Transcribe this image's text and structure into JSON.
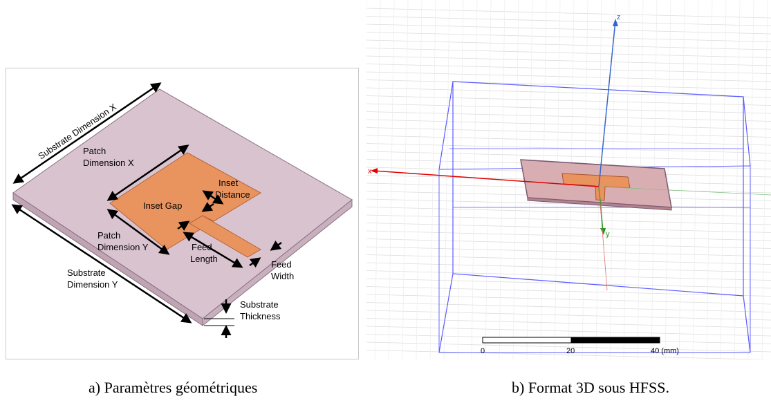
{
  "left_diagram": {
    "labels": {
      "substrate_x": "Substrate Dimension X",
      "patch_x_line1": "Patch",
      "patch_x_line2": "Dimension X",
      "inset_distance_line1": "Inset",
      "inset_distance_line2": "Distance",
      "inset_gap": "Inset Gap",
      "patch_y_line1": "Patch",
      "patch_y_line2": "Dimension Y",
      "feed_length_line1": "Feed",
      "feed_length_line2": "Length",
      "feed_width_line1": "Feed",
      "feed_width_line2": "Width",
      "substrate_y_line1": "Substrate",
      "substrate_y_line2": "Dimension Y",
      "substrate_thickness_line1": "Substrate",
      "substrate_thickness_line2": "Thickness"
    },
    "colors": {
      "substrate": "#d9c3cf",
      "patch": "#e9935f"
    }
  },
  "right_diagram": {
    "axis_labels": {
      "z": "z",
      "x": "x",
      "y": "y"
    },
    "scale_bar": {
      "ticks": [
        "0",
        "20",
        "40 (mm)"
      ]
    },
    "colors": {
      "box": "#5a5aff",
      "z_axis": "#3366cc",
      "x_axis": "#e00000",
      "y_axis": "#1a9a1a",
      "patch": "#e9935f"
    }
  },
  "captions": {
    "a": "a) Paramètres géométriques",
    "b": "b) Format 3D sous HFSS."
  }
}
